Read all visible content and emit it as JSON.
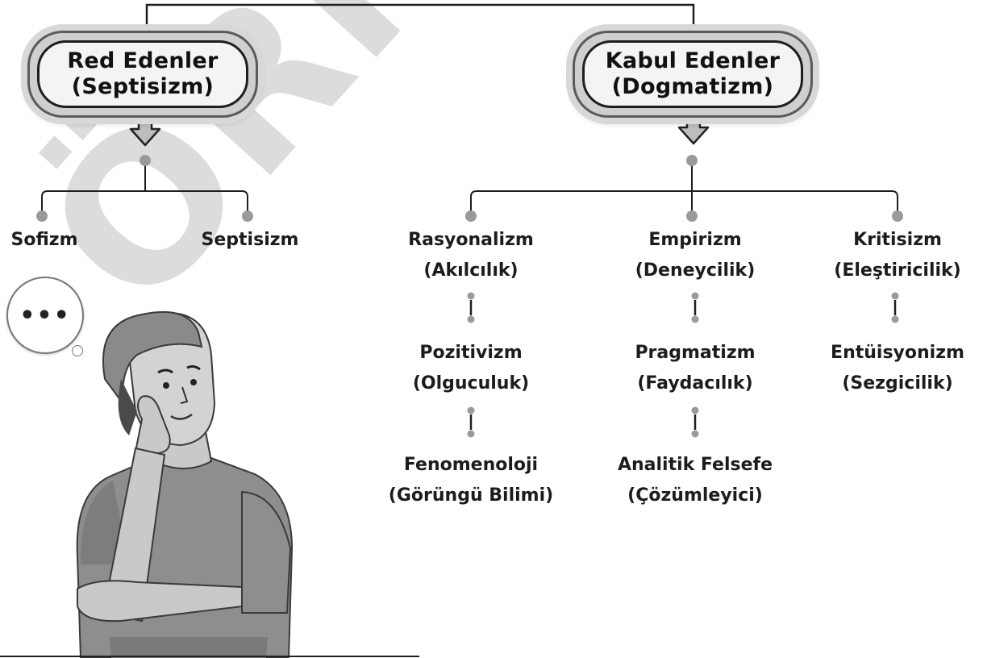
{
  "groups": {
    "reject": {
      "title": "Red Edenler",
      "subtitle": "(Septisizm)",
      "items": [
        {
          "name": "Sofizm"
        },
        {
          "name": "Septisizm"
        }
      ]
    },
    "accept": {
      "title": "Kabul Edenler",
      "subtitle": "(Dogmatizm)",
      "columns": [
        [
          {
            "name": "Rasyonalizm",
            "sub": "(Akılcılık)"
          },
          {
            "name": "Pozitivizm",
            "sub": "(Olguculuk)"
          },
          {
            "name": "Fenomenoloji",
            "sub": "(Görüngü Bilimi)"
          }
        ],
        [
          {
            "name": "Empirizm",
            "sub": "(Deneycilik)"
          },
          {
            "name": "Pragmatizm",
            "sub": "(Faydacılık)"
          },
          {
            "name": "Analitik Felsefe",
            "sub": "(Çözümleyici)"
          }
        ],
        [
          {
            "name": "Kritisizm",
            "sub": "(Eleştiricilik)"
          },
          {
            "name": "Entüisyonizm",
            "sub": "(Sezgicilik)"
          }
        ]
      ]
    }
  },
  "thought_bubble": "•••",
  "watermark": "ÖRNEK",
  "colors": {
    "line": "#1e1e1e",
    "dot": "#9a9a9a",
    "pill_outer": "#cfcfcf",
    "pill_inner": "#f4f4f4",
    "watermark": "#d9d9d9"
  }
}
